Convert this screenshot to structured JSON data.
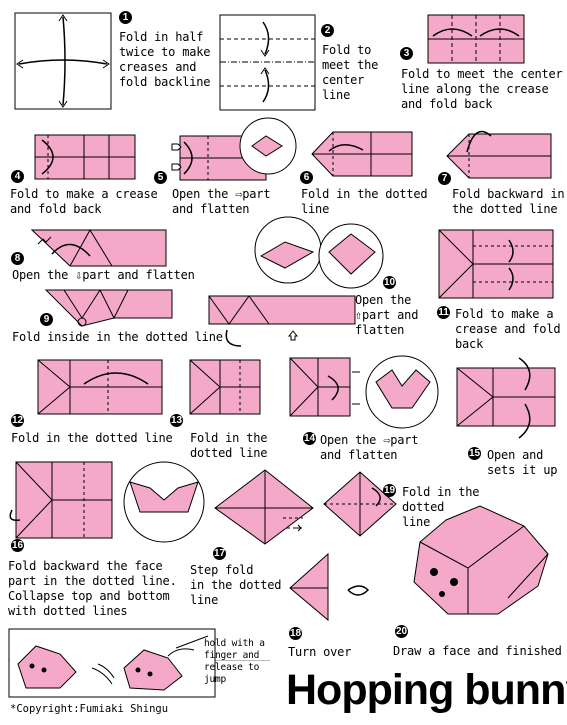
{
  "title": "Hopping bunny",
  "copyright": "*Copyright:Fumiaki Shingu",
  "hop_note": "hold with a\nfinger and\nrelease to\njump",
  "colors": {
    "paper": "#f4a9c9",
    "line": "#000000",
    "background": "#ffffff"
  },
  "steps": [
    {
      "n": "1",
      "text": "Fold in half\ntwice to make\ncreases and\nfold backline"
    },
    {
      "n": "2",
      "text": "Fold to\nmeet the\ncenter\nline"
    },
    {
      "n": "3",
      "text": "Fold to meet the center\nline along the crease\nand fold back"
    },
    {
      "n": "4",
      "text": "Fold to make a crease\nand fold back"
    },
    {
      "n": "5",
      "text": "Open the ⇨part\nand flatten"
    },
    {
      "n": "6",
      "text": "Fold in the dotted\nline"
    },
    {
      "n": "7",
      "text": "Fold backward in\nthe dotted line"
    },
    {
      "n": "8",
      "text": "Open the ⇩part and flatten"
    },
    {
      "n": "9",
      "text": "Fold inside in the dotted line"
    },
    {
      "n": "10",
      "text": "Open the\n⇧part and\nflatten"
    },
    {
      "n": "11",
      "text": "Fold to make a\ncrease and fold\nback"
    },
    {
      "n": "12",
      "text": "Fold in the dotted line"
    },
    {
      "n": "13",
      "text": "Fold in the\ndotted line"
    },
    {
      "n": "14",
      "text": "Open the ⇨part\nand flatten"
    },
    {
      "n": "15",
      "text": "Open and\nsets it up"
    },
    {
      "n": "16",
      "text": "Fold backward the face\npart in the dotted line.\nCollapse top and bottom\nwith dotted lines"
    },
    {
      "n": "17",
      "text": "Step fold\nin the dotted\nline"
    },
    {
      "n": "18",
      "text": "Turn over"
    },
    {
      "n": "19",
      "text": "Fold in the\ndotted\nline"
    },
    {
      "n": "20",
      "text": "Draw a face and finished"
    }
  ]
}
